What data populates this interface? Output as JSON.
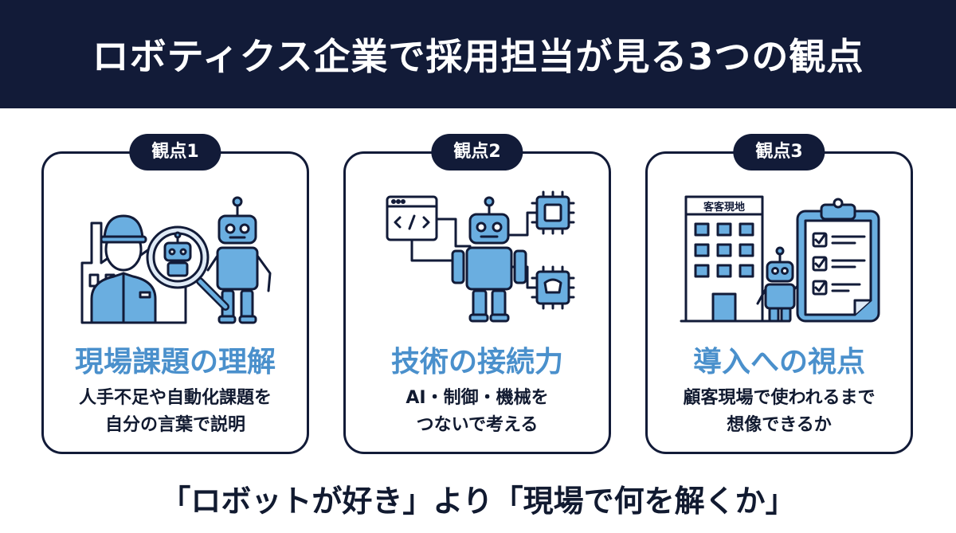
{
  "header": {
    "title": "ロボティクス企業で採用担当が見る3つの観点"
  },
  "cards": [
    {
      "badge": "観点1",
      "title": "現場課題の理解",
      "desc_lines": [
        "人手不足や自動化課題を",
        "自分の言葉で説明"
      ],
      "icon": "worker-factory-magnifier-robot-icon"
    },
    {
      "badge": "観点2",
      "title": "技術の接続力",
      "desc_lines": [
        "AI・制御・機械を",
        "つないで考える"
      ],
      "icon": "code-robot-chip-icon"
    },
    {
      "badge": "観点3",
      "title": "導入への視点",
      "desc_lines": [
        "顧客現場で使われるまで",
        "想像できるか"
      ],
      "icon": "building-robot-checklist-icon",
      "building_label": "客客現地"
    }
  ],
  "footer": {
    "text": "「ロボットが好き」より「現場で何を解くか」"
  },
  "colors": {
    "navy": "#121b38",
    "accent": "#4a90cc",
    "light_blue": "#6aaee0"
  }
}
